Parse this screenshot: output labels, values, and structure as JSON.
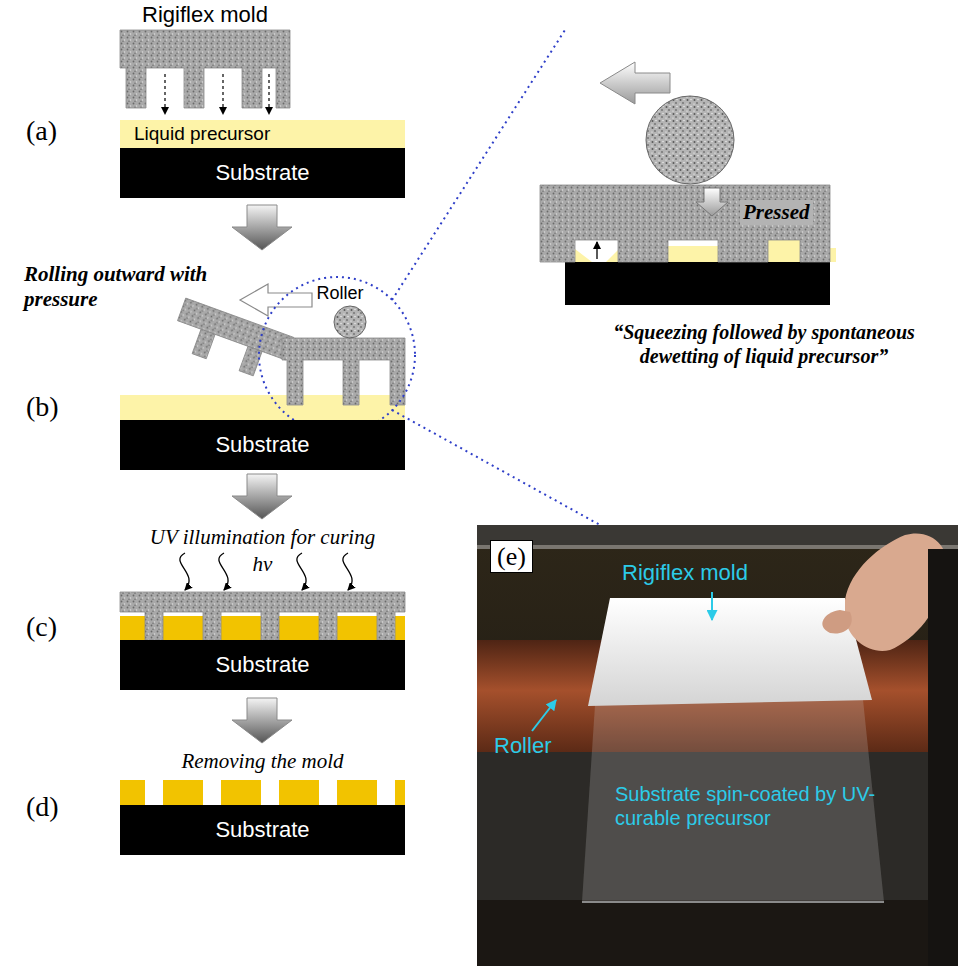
{
  "diagram": {
    "nodes": [
      {
        "text": [
          "Liquid precursor"
        ]
      },
      {
        "text": [
          "Substrate"
        ]
      },
      {
        "text": [
          "Substrate"
        ]
      },
      {
        "text": [
          "Substrate"
        ]
      },
      {
        "text": [
          "Substrate"
        ]
      }
    ],
    "labels": [
      "Rigiflex mold",
      "(a)",
      "Rolling outward with pressure",
      "Roller",
      "(b)",
      "Pressed",
      "“Squeezing followed by spontaneous dewetting of liquid precursor”",
      "UV illumination for curing",
      "hν",
      "(c)",
      "Removing the mold",
      "(d)",
      "(e)",
      "Rigiflex mold",
      "Roller",
      "Substrate spin-coated by UV-curable precursor"
    ]
  }
}
